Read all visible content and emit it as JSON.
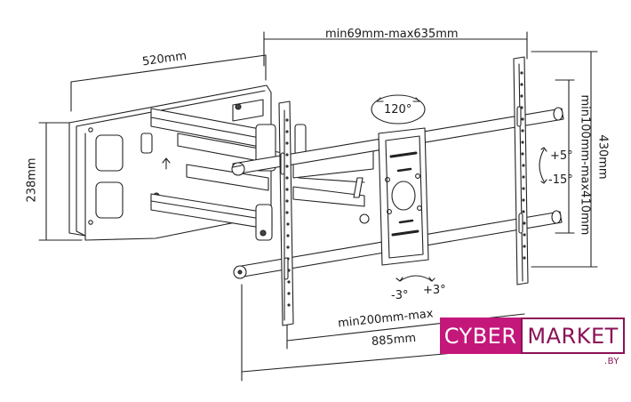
{
  "dimensions": {
    "depth_range": "min69mm-max635mm",
    "width": "520mm",
    "height": "238mm",
    "vesa_height": "430mm",
    "vesa_vertical": "min100mm-max410mm",
    "vesa_horizontal": "min200mm-max",
    "total_width": "885mm"
  },
  "angles": {
    "swivel": "120°",
    "tilt_up": "+5°",
    "tilt_down": "-15°",
    "rotate_minus": "-3°",
    "rotate_plus": "+3°"
  },
  "logo": {
    "left": "CYBER",
    "right": "MARKET",
    "domain": ".BY",
    "colors": {
      "primary": "#c4177a",
      "secondary": "#8a1257"
    }
  }
}
